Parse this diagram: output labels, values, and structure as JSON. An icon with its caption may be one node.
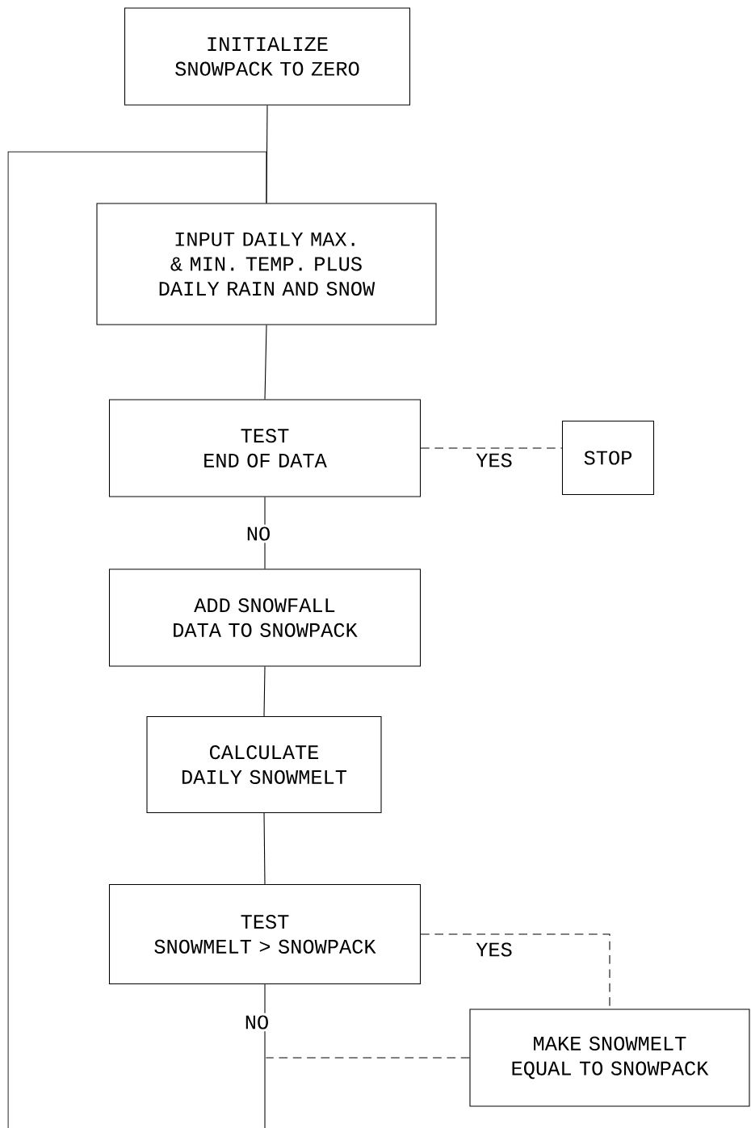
{
  "diagram": {
    "nodes": [
      {
        "text": [
          "INITIALIZE SNOWPACK TO ZERO"
        ]
      },
      {
        "text": [
          "INPUT DAILY MAX. & MIN. TEMP. PLUS DAILY RAIN AND SNOW"
        ]
      },
      {
        "text": [
          "TEST",
          "END OF DATA"
        ]
      },
      {
        "text": [
          "STOP"
        ]
      },
      {
        "text": [
          "ADD SNOWFALL DATA TO SNOWPACK"
        ]
      },
      {
        "text": [
          "CALCULATE DAILY SNOWMELT"
        ]
      },
      {
        "text": [
          "TEST",
          "SNOWMELT > SNOWPACK"
        ]
      },
      {
        "text": [
          "MAKE SNOWMELT EQUAL TO SNOWPACK"
        ]
      }
    ],
    "edges": [
      {
        "from": 0,
        "to": 1,
        "arrow": "none"
      },
      {
        "from": 1,
        "to": 2,
        "arrow": "none"
      },
      {
        "from": 2,
        "to": 3,
        "arrow": "none",
        "label": "YES",
        "style": "dashed"
      },
      {
        "from": 2,
        "to": 4,
        "arrow": "none",
        "label": "NO"
      },
      {
        "from": 4,
        "to": 5,
        "arrow": "none"
      },
      {
        "from": 5,
        "to": 6,
        "arrow": "none"
      },
      {
        "from": 6,
        "to": 7,
        "arrow": "none",
        "label": "YES",
        "style": "dashed"
      },
      {
        "from": 6,
        "to": null,
        "arrow": "none",
        "label": "NO"
      },
      {
        "from": 7,
        "to": null,
        "arrow": "none",
        "style": "dashed"
      },
      {
        "from": null,
        "to": 1,
        "arrow": "none"
      }
    ]
  }
}
